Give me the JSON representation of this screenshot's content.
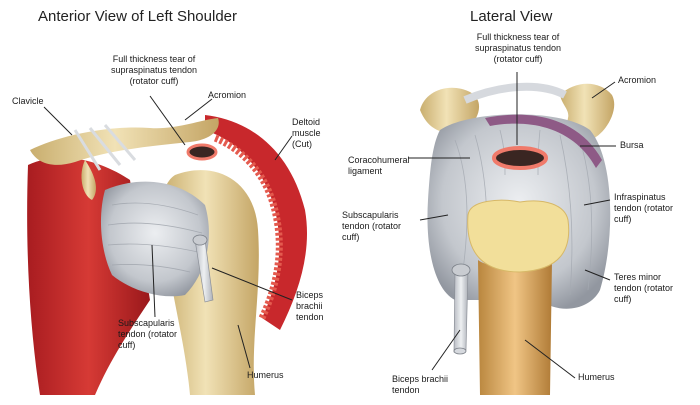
{
  "titles": {
    "anterior": "Anterior View of Left Shoulder",
    "lateral": "Lateral View"
  },
  "anterior_labels": {
    "clavicle": "Clavicle",
    "tear": "Full thickness tear of\nsupraspinatus tendon\n(rotator cuff)",
    "acromion": "Acromion",
    "deltoid": "Deltoid\nmuscle\n(Cut)",
    "biceps": "Biceps\nbrachii\ntendon",
    "subscapularis": "Subscapularis\ntendon (rotator\ncuff)",
    "humerus": "Humerus"
  },
  "lateral_labels": {
    "tear": "Full thickness tear of\nsupraspinatus tendon\n(rotator cuff)",
    "acromion": "Acromion",
    "bursa": "Bursa",
    "coracohumeral": "Coracohumeral\nligament",
    "infraspinatus": "Infraspinatus\ntendon (rotator\ncuff)",
    "subscapularis": "Subscapularis\ntendon (rotator\ncuff)",
    "teres_minor": "Teres minor\ntendon (rotator\ncuff)",
    "biceps": "Biceps brachii\ntendon",
    "humerus": "Humerus"
  },
  "colors": {
    "muscle": "#c8282c",
    "muscle_dark": "#8e1518",
    "bone": "#ead9a8",
    "bone_shadow": "#c9ae6e",
    "tendon": "#d6d9de",
    "tendon_dark": "#9ea3ab",
    "bursa": "#8e5a86",
    "tear": "#f07a6a",
    "leader": "#222222"
  }
}
